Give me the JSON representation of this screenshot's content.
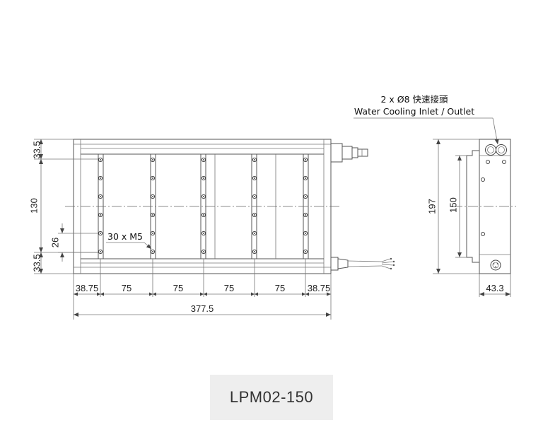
{
  "callouts": {
    "ports_label": "2 x Ø8 快速接頭",
    "ports_label_en": "Water Cooling Inlet / Outlet",
    "mount_holes": "30 x M5"
  },
  "dimensions": {
    "top_margin": "33.5",
    "bottom_margin": "33.5",
    "mid_height": "130",
    "hole_pitch_v": "26",
    "edge_left": "38.75",
    "edge_right": "38.75",
    "pitch_1": "75",
    "pitch_2": "75",
    "pitch_3": "75",
    "pitch_4": "75",
    "overall_length": "377.5",
    "side_height": "197",
    "side_inner": "150",
    "side_width": "43.3"
  },
  "model": {
    "name": "LPM02-150"
  }
}
